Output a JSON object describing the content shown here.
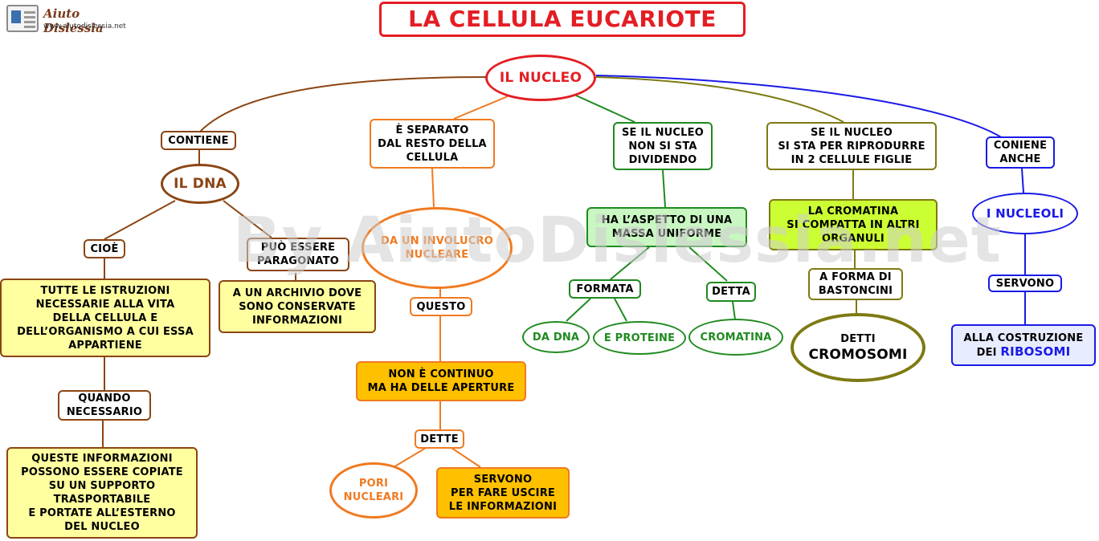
{
  "logo": {
    "name": "Aiuto Dislessia",
    "url": "www.aiutodislessia.net"
  },
  "title": "LA CELLULA EUCARIOTE",
  "watermark": "By AiutoDislessia.net",
  "nodes": {
    "nucleo": "IL NUCLEO",
    "contiene": "CONTIENE",
    "dna": "IL DNA",
    "cioe": "CIOÈ",
    "istruzioni": "TUTTE LE ISTRUZIONI\nNECESSARIE ALLA VITA\nDELLA CELLULA E\nDELL’ORGANISMO A CUI ESSA\nAPPARTIENE",
    "quando": "QUANDO\nNECESSARIO",
    "copiate": "QUESTE INFORMAZIONI\nPOSSONO ESSERE COPIATE\nSU UN SUPPORTO\nTRASPORTABILE\nE PORTATE ALL’ESTERNO\nDEL NUCLEO",
    "paragonato": "PUÒ ESSERE\nPARAGONATO",
    "archivio": "A UN ARCHIVIO DOVE\nSONO  CONSERVATE\nINFORMAZIONI",
    "separato": "È SEPARATO\nDAL RESTO DELLA\nCELLULA",
    "involucro": "DA UN INVOLUCRO\nNUCLEARE",
    "questo": "QUESTO",
    "aperture": "NON È CONTINUO\nMA HA DELLE APERTURE",
    "dette": "DETTE",
    "pori": "PORI\nNUCLEARI",
    "uscire": "SERVONO\nPER FARE USCIRE\nLE INFORMAZIONI",
    "non_divide": "SE IL NUCLEO\nNON SI STA\nDIVIDENDO",
    "aspetto": "HA L’ASPETTO DI UNA\nMASSA UNIFORME",
    "formata": "FORMATA",
    "detta": "DETTA",
    "da_dna": "DA DNA",
    "proteine": "E PROTEINE",
    "cromatina": "CROMATINA",
    "riprodurre": "SE IL NUCLEO\nSI STA PER RIPRODURRE\nIN 2 CELLULE FIGLIE",
    "compatta": "LA CROMATINA\nSI COMPATTA IN ALTRI\nORGANULI",
    "bastoncini": "A FORMA DI\nBASTONCINI",
    "cromosomi_pre": "DETTI",
    "cromosomi": "CROMOSOMI",
    "contiene_anche": "CONIENE\nANCHE",
    "nucleoli": "I  NUCLEOLI",
    "servono": "SERVONO",
    "ribosomi_pre": "ALLA COSTRUZIONE\nDEI ",
    "ribosomi": "RIBOSOMI"
  },
  "colors": {
    "title": "#e31e24",
    "brown": "#8b4513",
    "orange": "#f07a20",
    "green": "#1f8a1f",
    "olive": "#7d7a12",
    "blue": "#1a1ae6",
    "yellow_fill": "#ffffa0",
    "orange_fill": "#ffc000",
    "green_fill": "#c9f7c2",
    "lime_fill": "#ccff33",
    "blue_fill": "#e8ecff"
  }
}
